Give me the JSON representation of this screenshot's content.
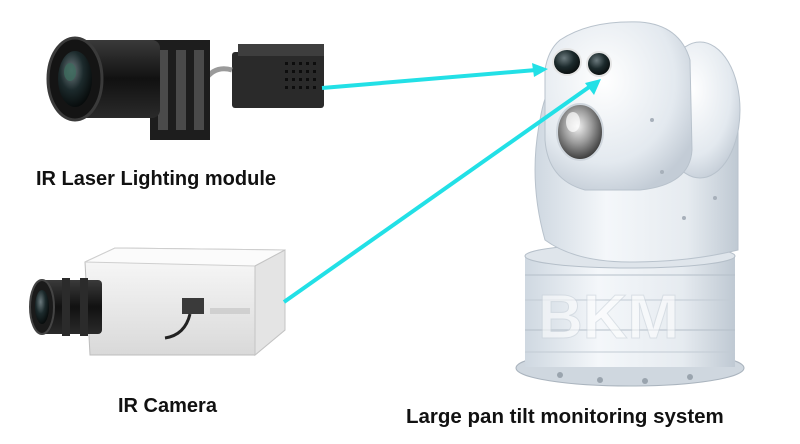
{
  "labels": {
    "laser_module": "IR Laser Lighting module",
    "ir_camera": "IR Camera",
    "ptz_system": "Large pan tilt monitoring system"
  },
  "watermark": "BKM",
  "colors": {
    "connector": "#22e0e6",
    "caption": "#111111",
    "housing": "#e9eef3",
    "housing_shadow": "#c5ced8",
    "camera_body": "#f2f2f2",
    "lens_dark": "#1a1a1a",
    "module_dark": "#2b2b2b"
  }
}
